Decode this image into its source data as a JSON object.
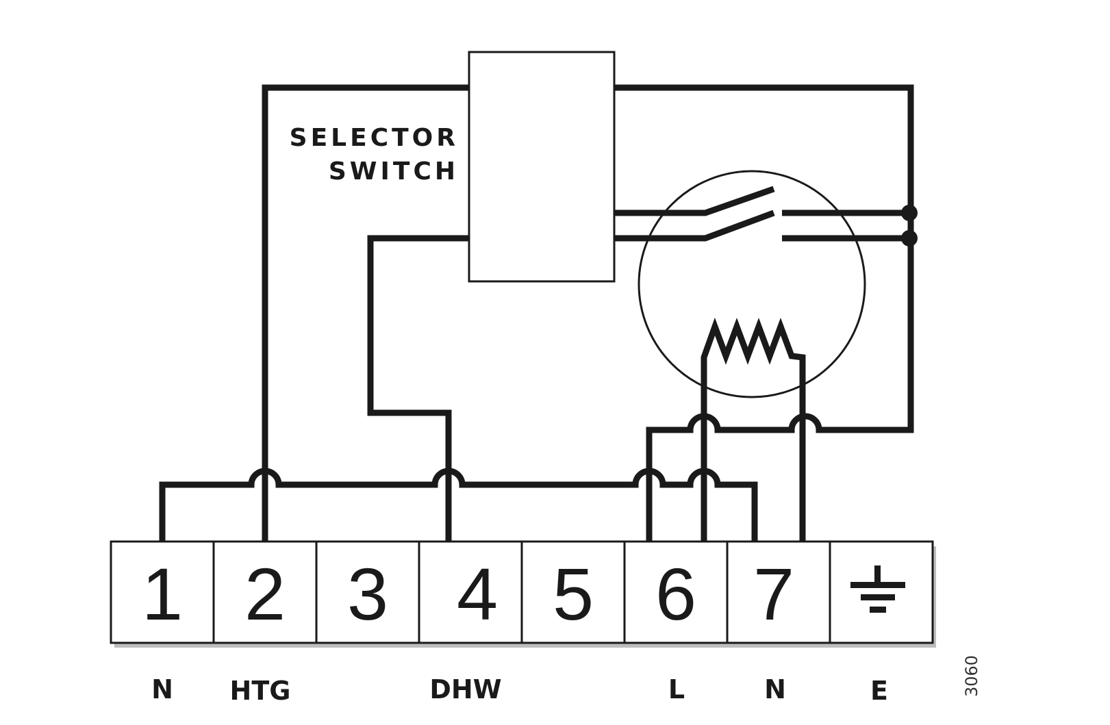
{
  "selector_switch": {
    "line1": "SELECTOR",
    "line2": "SWITCH"
  },
  "terminals": [
    {
      "number": "1",
      "label": "N"
    },
    {
      "number": "2",
      "label": "HTG"
    },
    {
      "number": "3",
      "label": ""
    },
    {
      "number": "4",
      "label": "DHW"
    },
    {
      "number": "5",
      "label": ""
    },
    {
      "number": "6",
      "label": "L"
    },
    {
      "number": "7",
      "label": "N"
    },
    {
      "number": "",
      "label": "E",
      "icon": "earth-ground-icon"
    }
  ],
  "reference": "3060",
  "colors": {
    "line": "#1a1a1a",
    "background": "#ffffff"
  }
}
